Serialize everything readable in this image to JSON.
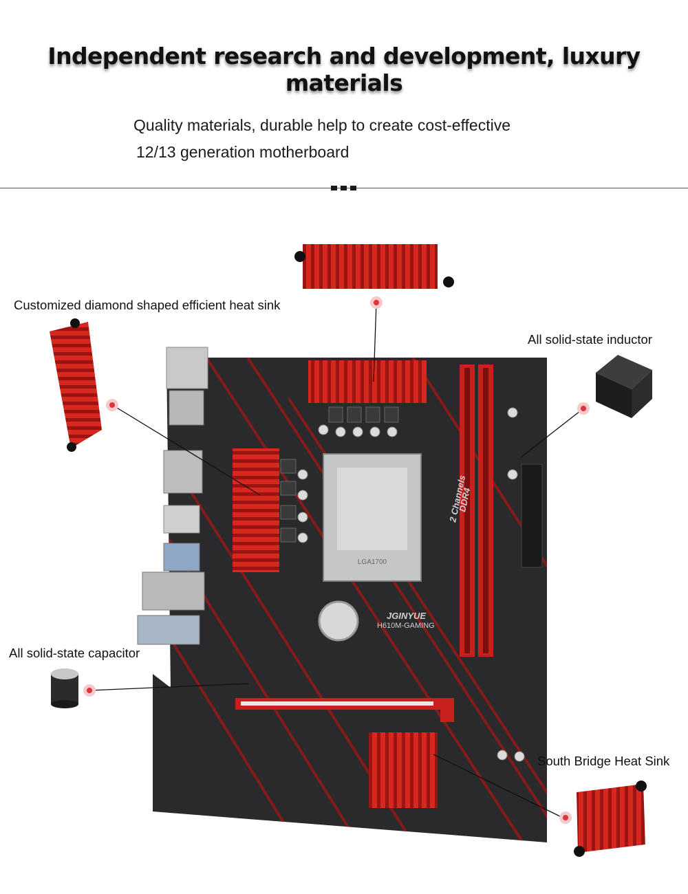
{
  "headline": "Independent research and development, luxury materials",
  "subtitle": {
    "line1": "Quality materials, durable help to create cost-effective",
    "line2": "12/13 generation motherboard"
  },
  "callouts": {
    "diamond_heatsink": "Customized diamond shaped efficient heat sink",
    "inductor": "All solid-state inductor",
    "capacitor": "All solid-state capacitor",
    "south_bridge": "South Bridge Heat Sink"
  },
  "board": {
    "brand": "JGINYUE",
    "model": "H610M-GAMING",
    "memory_label_line1": "2 Channels",
    "memory_label_line2": "DDR4",
    "socket_text": "LGA1700"
  },
  "colors": {
    "heatsink_red": "#c8201d",
    "heatsink_dark": "#8a1210",
    "pcb": "#2a2a2c",
    "stripe": "#8e1a18",
    "dot": "#e0323a"
  }
}
